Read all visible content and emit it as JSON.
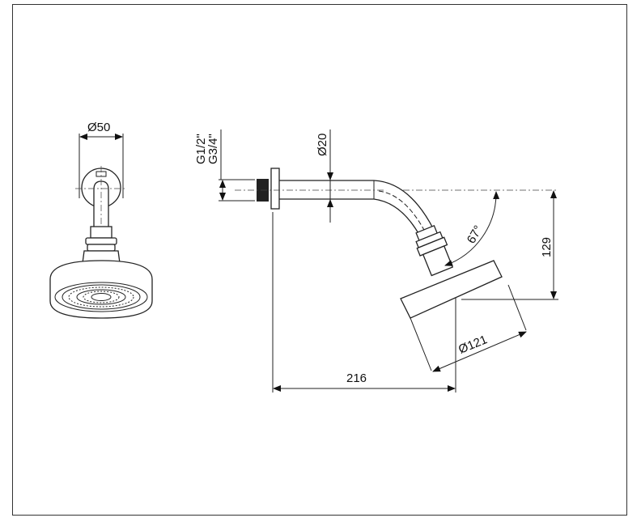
{
  "drawing": {
    "front_view": {
      "diameter_label": "Ø50"
    },
    "side_view": {
      "thread_label_1": "G1/2\"",
      "thread_label_2": "G3/4\"",
      "pipe_diameter_label": "Ø20",
      "angle_label": "67°",
      "height_label": "129",
      "head_diameter_label": "Ø121",
      "length_label": "216"
    }
  }
}
